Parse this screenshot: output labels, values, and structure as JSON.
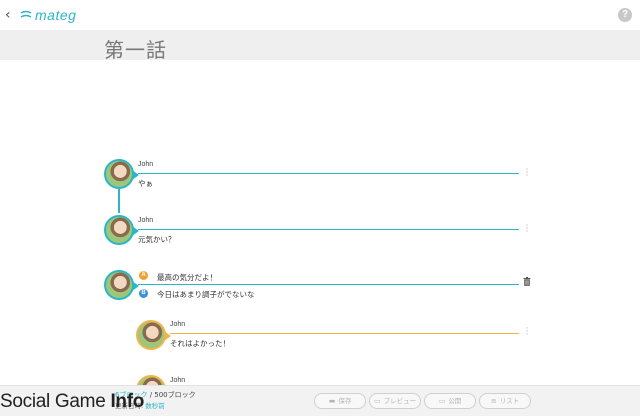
{
  "header": {
    "back_glyph": "‹",
    "logo_text": "mateg",
    "help_glyph": "?"
  },
  "page": {
    "title": "第一話"
  },
  "messages": [
    {
      "name": "John",
      "text": "やぁ"
    },
    {
      "name": "John",
      "text": "元気かい？"
    },
    {
      "name": "John",
      "text": "それはよかった！"
    },
    {
      "name": "John"
    }
  ],
  "choices": [
    {
      "badge": "A",
      "text": "最高の気分だよ！"
    },
    {
      "badge": "B",
      "text": "今日はあまり調子がでないな"
    }
  ],
  "footer": {
    "blocks_used": "6ブロック",
    "blocks_total": " / 500ブロック",
    "updated_label": "更新日時:",
    "updated_value": "数秒前",
    "buttons": [
      "保存",
      "プレビュー",
      "公開",
      "リスト"
    ]
  },
  "watermark": {
    "text": "Social Game ",
    "bold": "Info"
  },
  "colors": {
    "accent": "#2bb5c9",
    "choice_branch": "#f0b54a",
    "badge_a": "#f0a030",
    "badge_b": "#3b8fd6"
  },
  "icons": [
    "back-arrow-icon",
    "mateg-logo",
    "help-icon",
    "kebab-menu-icon",
    "trash-icon",
    "save-icon",
    "preview-icon",
    "publish-icon",
    "list-icon"
  ]
}
